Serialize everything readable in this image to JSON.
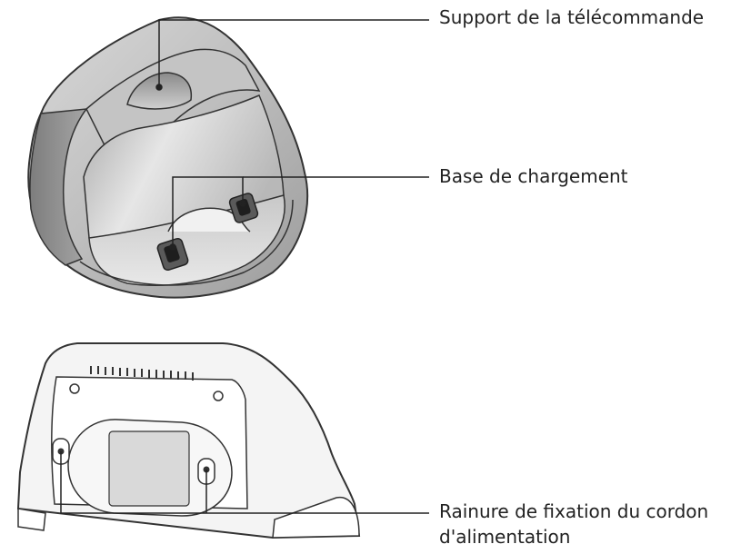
{
  "callouts": {
    "remote_holder": "Support de la télécommande",
    "charging_base": "Base de chargement",
    "cord_groove_line1": "Rainure de fixation du cordon",
    "cord_groove_line2": "d'alimentation"
  }
}
